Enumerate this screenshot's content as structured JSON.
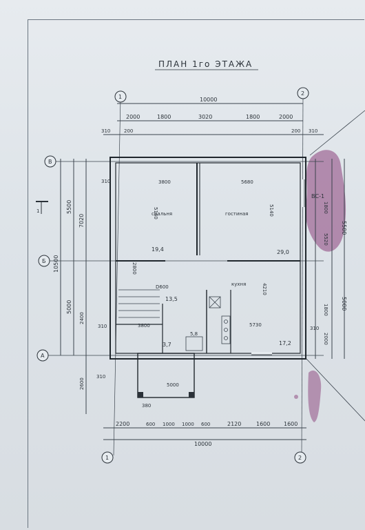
{
  "title": "ПЛАН 1го ЭТАЖА",
  "section_mark": "1",
  "axes": {
    "col_left": "1",
    "col_right": "2",
    "row_top": "В",
    "row_mid": "Б",
    "row_bot": "А"
  },
  "dims_top": {
    "overall": "10000",
    "seg1": "2000",
    "seg2": "1800",
    "seg3": "3020",
    "seg4": "1800",
    "seg5": "2000",
    "left_off": "310",
    "right_off": "310",
    "w200a": "200",
    "w200b": "200"
  },
  "dims_bottom": {
    "overall": "10000",
    "s1": "2200",
    "s2": "600",
    "s3": "1000",
    "s4": "1000",
    "s5": "600",
    "s6": "2120",
    "s7": "1600",
    "s8": "1600"
  },
  "dims_left": {
    "overall": "10500",
    "upper": "5500",
    "lower": "5000",
    "d7020": "7020",
    "d2400": "2400",
    "d2600": "2600",
    "off310a": "310",
    "off310b": "310",
    "off310c": "310"
  },
  "dims_right": {
    "upper": "5500",
    "lower": "5000",
    "d1800": "1800",
    "d5520": "5520",
    "d1800b": "1800",
    "d2000": "2000",
    "off310": "310",
    "vent": "ВС-1"
  },
  "rooms": {
    "bedroom_label": "спальня",
    "bedroom_area": "19,4",
    "bedroom_w": "3800",
    "bedroom_h": "5140",
    "living_label": "гостиная",
    "living_area": "29,0",
    "living_w": "5680",
    "living_h": "5140",
    "kitchen_label": "кухня",
    "kitchen_area": "17,2",
    "kitchen_w": "5730",
    "kitchen_h": "4210",
    "hall_area": "13,5",
    "hall_w": "3800",
    "hall_d": "D600",
    "bath_area": "3,7",
    "wc_area": "5,8",
    "porch_w": "5000",
    "porch_d": "380",
    "d2800": "2800"
  }
}
